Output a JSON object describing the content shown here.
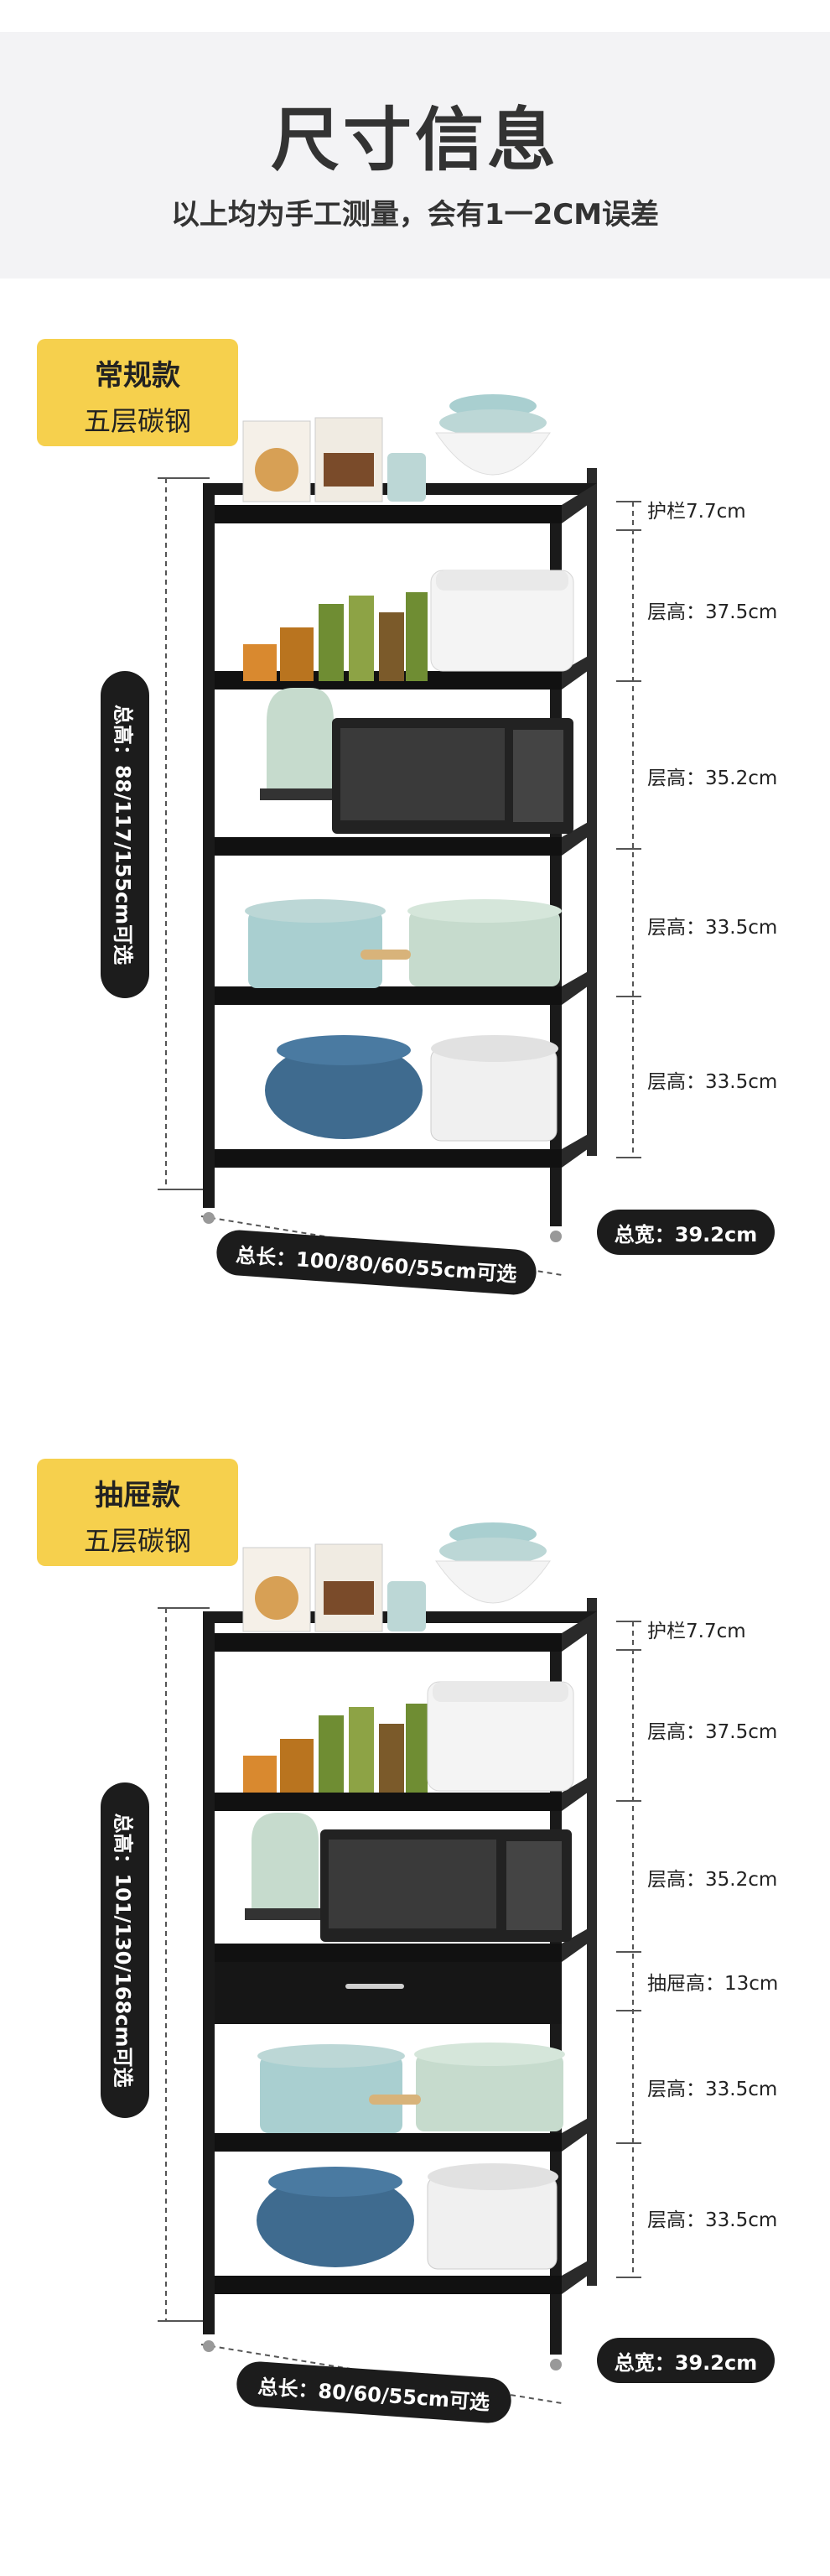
{
  "header": {
    "title": "尺寸信息",
    "subtitle": "以上均为手工测量，会有1一2CM误差"
  },
  "products": [
    {
      "badge_line1": "常规款",
      "badge_line2": "五层碳钢",
      "total_height": "总高：88/117/155cm可选",
      "total_length": "总长：100/80/60/55cm可选",
      "total_width": "总宽：39.2cm",
      "dims": [
        "护栏7.7cm",
        "层高：37.5cm",
        "层高：35.2cm",
        "层高：33.5cm",
        "层高：33.5cm"
      ]
    },
    {
      "badge_line1": "抽屉款",
      "badge_line2": "五层碳钢",
      "total_height": "总高：101/130/168cm可选",
      "total_length": "总长：80/60/55cm可选",
      "total_width": "总宽：39.2cm",
      "dims": [
        "护栏7.7cm",
        "层高：37.5cm",
        "层高：35.2cm",
        "抽屉高：13cm",
        "层高：33.5cm",
        "层高：33.5cm"
      ]
    }
  ],
  "colors": {
    "badge": "#f6d04d",
    "pill": "#1c1c1c",
    "header_bg": "#f3f3f5",
    "frame": "#1a1a1a"
  }
}
